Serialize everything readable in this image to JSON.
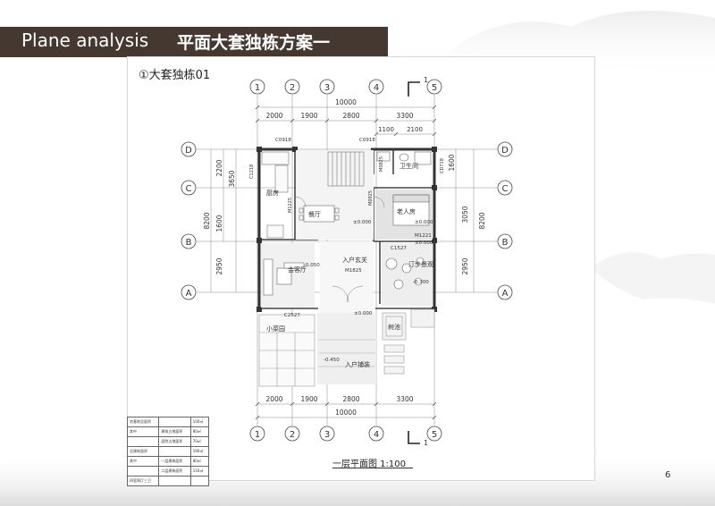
{
  "header": {
    "title": "Plane analysis",
    "subtitle": "平面大套独栋方案一"
  },
  "plan": {
    "title": "①大套独栋01",
    "caption": "一层平面图  1:100",
    "axis_numbers": [
      "1",
      "2",
      "3",
      "4",
      "5"
    ],
    "axis_letters": [
      "A",
      "B",
      "C",
      "D"
    ],
    "top_total": "10000",
    "bottom_total": "10000",
    "column_spans": [
      "2000",
      "1900",
      "2800",
      "3300"
    ],
    "top_sub_spans": [
      "1100",
      "2100"
    ],
    "left_spans": [
      "2200",
      "1600",
      "2950"
    ],
    "left_sub": "3650",
    "left_total": "8200",
    "right_spans": [
      "1600",
      "3050",
      "2950"
    ],
    "right_total": "8200",
    "section_mark": "1",
    "window_tags": {
      "c0918_a": "C0918",
      "c0918_b": "C0918",
      "c1218": "C1218",
      "m0825": "M0825",
      "cd718": "CD718",
      "m1225": "M1225",
      "m0925": "M0925",
      "m1221": "M1221",
      "c1527": "C1527",
      "m1825": "M1825",
      "c2527": "C2527"
    },
    "rooms": {
      "kitchen": "厨房",
      "dining": "餐厅",
      "bathroom": "卫生间",
      "elder_room": "老人房",
      "lounge": "会客厅",
      "entry_hall": "入户玄关",
      "walkway_view": "汀步景观",
      "vegetable_garden": "小菜园",
      "tree_pool": "树池",
      "entry_paving": "入户铺装"
    },
    "levels": {
      "dining": "±0.000",
      "elder": "±0.000",
      "c1527_level": "±0.000",
      "lounge": "-0.050",
      "walkway": "-0.300",
      "hall": "±0.000",
      "paving": "-0.450"
    }
  },
  "stats_table": {
    "rows": [
      [
        "宅基地总面积",
        "",
        "100㎡"
      ],
      [
        "其中",
        "建筑占地面积",
        "80㎡"
      ],
      [
        "",
        "庭院占地面积",
        "70㎡"
      ],
      [
        "总建筑面积",
        "",
        "190㎡"
      ],
      [
        "其中",
        "一层建筑面积",
        "80㎡"
      ],
      [
        "",
        "二层建筑面积",
        "110㎡"
      ],
      [
        "四室两厅三卫",
        "",
        ""
      ]
    ]
  },
  "page_number": "6"
}
